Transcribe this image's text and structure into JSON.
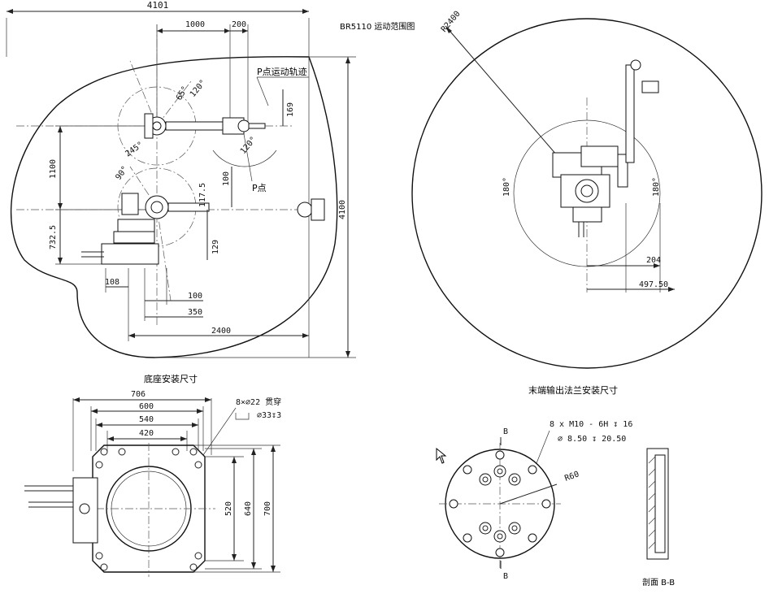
{
  "side_view": {
    "title": "BR5110 运动范围图",
    "dims": {
      "overall_width": "4101",
      "upper_arm": "1000",
      "forearm_offset": "200",
      "height_1100": "1100",
      "height_7325": "732.5",
      "overall_height": "4100",
      "offset_169": "169",
      "offset_100v": "100",
      "offset_1175": "117.5",
      "offset_129": "129",
      "base_108": "108",
      "base_100": "100",
      "base_350": "350",
      "reach_2400": "2400"
    },
    "angles": {
      "a65": "65°",
      "a120a": "120°",
      "a120b": "120°",
      "a245": "245°",
      "a90": "90°"
    },
    "labels": {
      "p_track": "P点运动轨迹",
      "p_point": "P点"
    }
  },
  "top_view": {
    "radius": "R2400",
    "angle_left": "180°",
    "angle_right": "180°",
    "dim_204": "204",
    "dim_497": "497.50"
  },
  "base_mount": {
    "title": "底座安装尺寸",
    "dims": {
      "w706": "706",
      "w600": "600",
      "w540": "540",
      "w420": "420",
      "h520": "520",
      "h640": "640",
      "h700": "700"
    },
    "holes": {
      "line1": "8×∅22 贯穿",
      "line2": "∅33↧3"
    }
  },
  "flange": {
    "title": "末端输出法兰安装尺寸",
    "thread": "8 x M10 - 6H ↧ 16",
    "pin": "∅ 8.50 ↧ 20.50",
    "radius": "R60",
    "section_mark_top": "B",
    "section_mark_bottom": "B",
    "section_label": "剖面 B-B"
  }
}
